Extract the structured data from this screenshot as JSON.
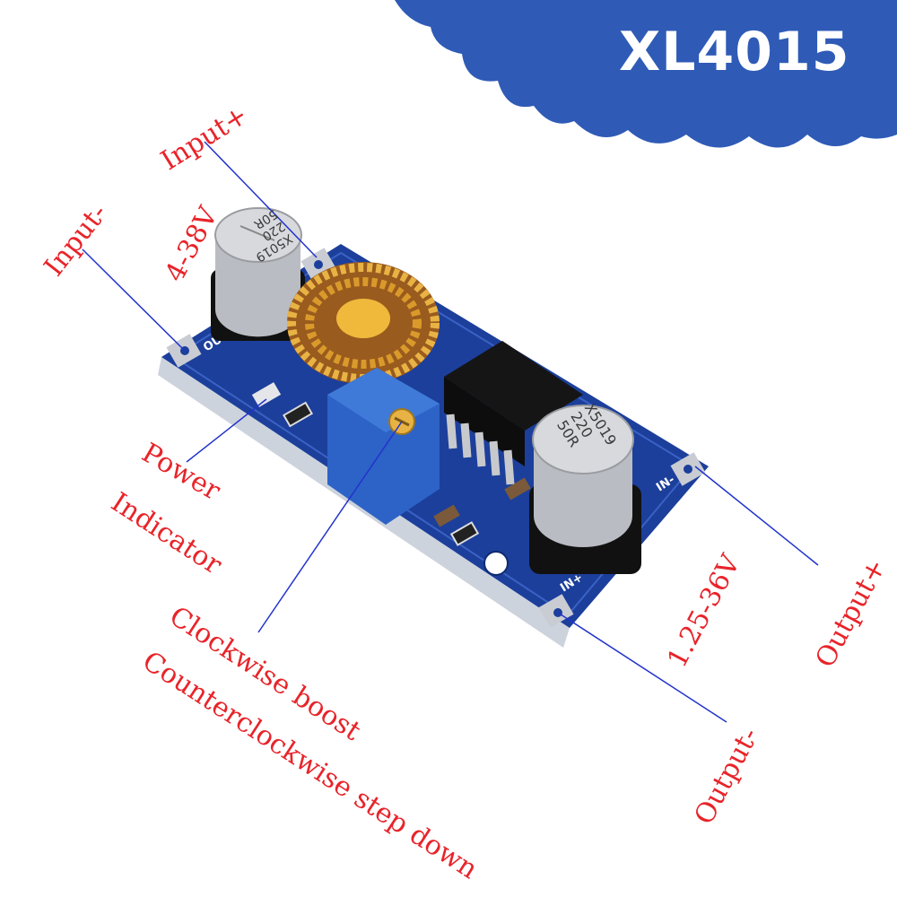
{
  "header": {
    "title": "XL4015",
    "banner_color": "#2f5bb7"
  },
  "labels": {
    "input_plus": "Input+",
    "input_minus": "Input-",
    "input_voltage": "4-38V",
    "power": "Power",
    "indicator": "Indicator",
    "clockwise": "Clockwise boost",
    "counterclockwise": "Counterclockwise step down",
    "output_voltage": "1.25-36V",
    "output_plus": "Output+",
    "output_minus": "Output-"
  },
  "board": {
    "cap_left": [
      "X5019",
      "220",
      "50R"
    ],
    "cap_right": [
      "X5019",
      "220",
      "50R"
    ],
    "silk_out": "OUT+",
    "silk_in_minus": "IN-",
    "silk_in_plus": "IN+"
  },
  "colors": {
    "label_red": "#e8242a",
    "pcb_blue": "#1c3f9b",
    "pointer_line": "#2233cc"
  }
}
